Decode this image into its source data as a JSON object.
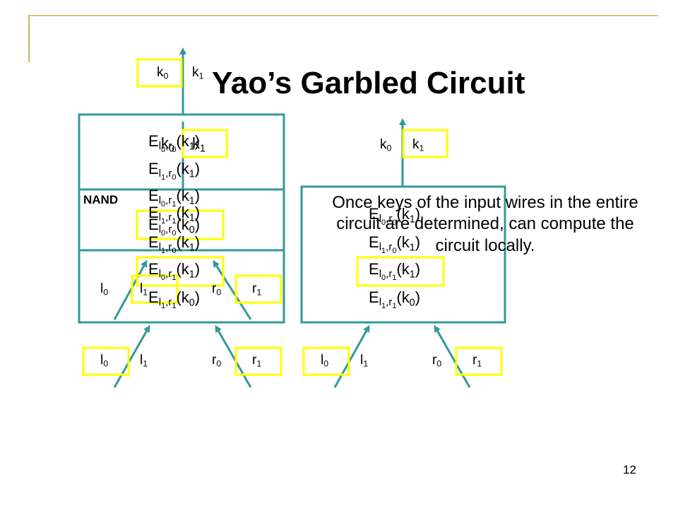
{
  "slide": {
    "title": "Yao’s Garbled Circuit",
    "page_number": "12",
    "note": "Once keys of the input wires in the entire circuit are determined, can compute the circuit locally.",
    "gate_label": "NAND"
  },
  "colors": {
    "wire": "#339999",
    "highlight": "#ffff00",
    "frame_top": "#d6c37a",
    "frame_left": "#c9b46a"
  },
  "icons": [
    "arrowhead-icon"
  ],
  "labels": {
    "E": "E",
    "k": "k",
    "l": "l",
    "r": "r",
    "comma": ",",
    "paren_k1": "(k",
    "paren_close": ")",
    "zero": "0",
    "one": "1"
  }
}
